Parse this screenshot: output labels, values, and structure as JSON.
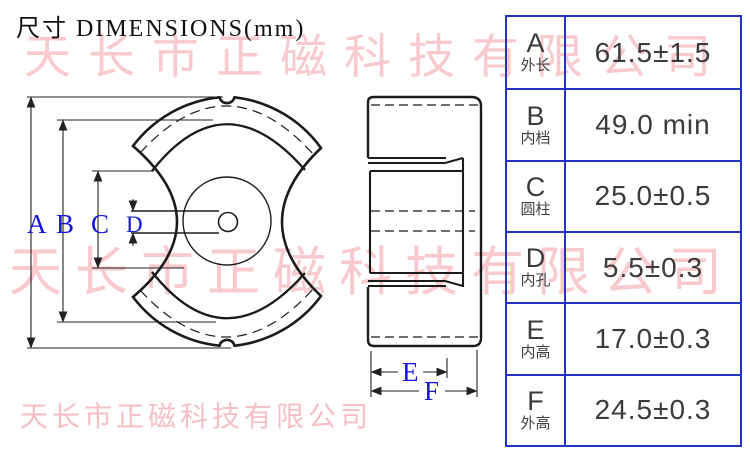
{
  "title": "尺寸 DIMENSIONS(mm)",
  "watermark": {
    "text": "天长市正磁科技有限公司",
    "color": "#f8c9cd"
  },
  "drawing": {
    "label_color": "#1414dd",
    "labels": {
      "A": "A",
      "B": "B",
      "C": "C",
      "D": "D",
      "E": "E",
      "F": "F"
    }
  },
  "table": {
    "border_color": "#2433c4",
    "rows": [
      {
        "letter": "A",
        "name": "外长",
        "value": "61.5±1.5"
      },
      {
        "letter": "B",
        "name": "内档",
        "value": "49.0 min"
      },
      {
        "letter": "C",
        "name": "圆柱",
        "value": "25.0±0.5"
      },
      {
        "letter": "D",
        "name": "内孔",
        "value": "5.5±0.3"
      },
      {
        "letter": "E",
        "name": "内高",
        "value": "17.0±0.3"
      },
      {
        "letter": "F",
        "name": "外高",
        "value": "24.5±0.3"
      }
    ]
  }
}
